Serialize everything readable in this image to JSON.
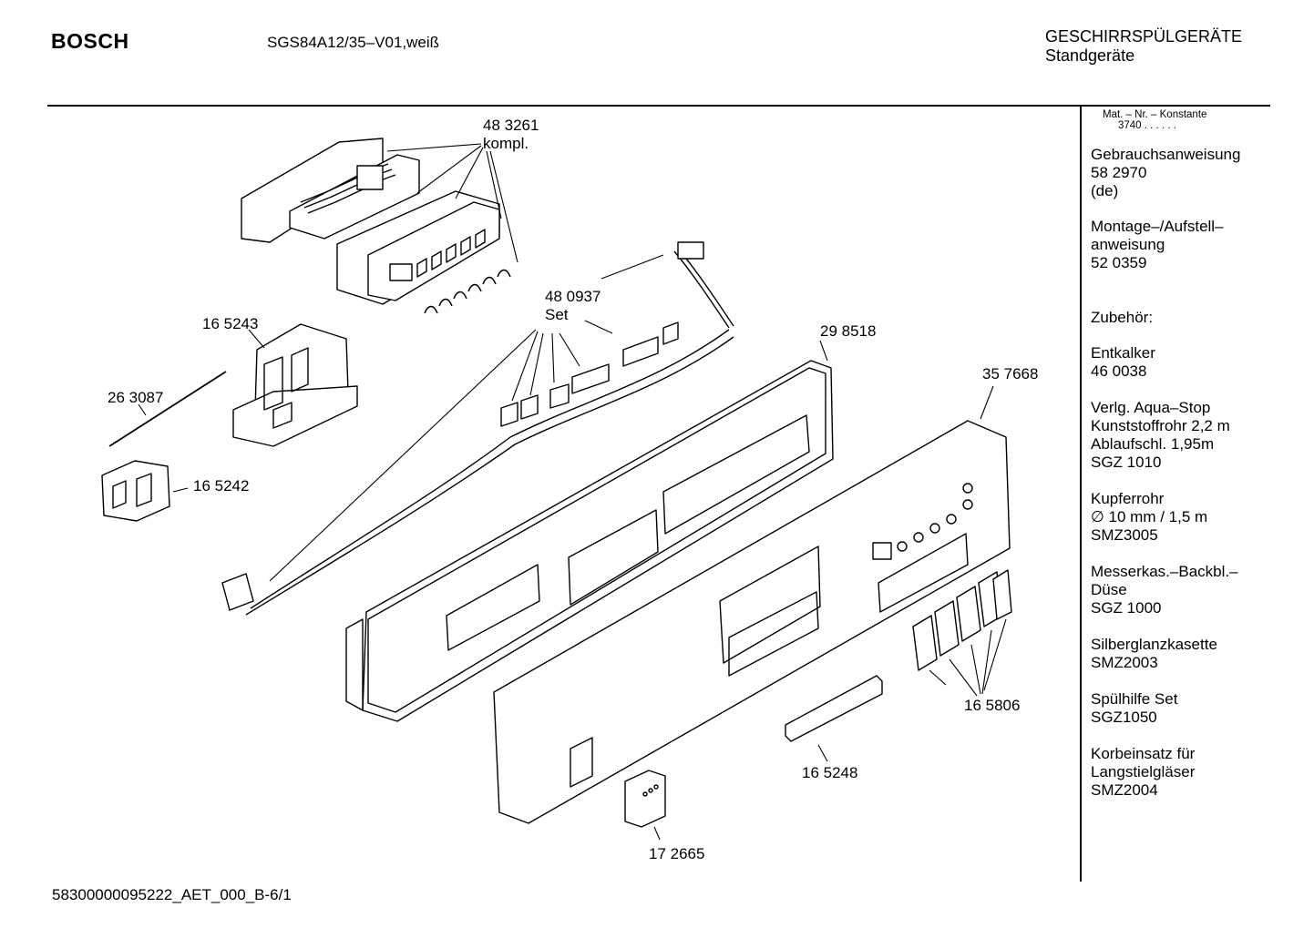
{
  "header": {
    "brand": "BOSCH",
    "model": "SGS84A12/35–V01,weiß",
    "category": "GESCHIRRSPÜLGERÄTE",
    "subcategory": "Standgeräte"
  },
  "diagram": {
    "labels": {
      "p483261": "48 3261",
      "p483261_note": "kompl.",
      "p480937": "48 0937",
      "p480937_note": "Set",
      "p165243": "16 5243",
      "p263087": "26 3087",
      "p165242": "16 5242",
      "p298518": "29 8518",
      "p357668": "35 7668",
      "p165806": "16 5806",
      "p165248": "16 5248",
      "p172665": "17 2665"
    }
  },
  "sidebar": {
    "material_title": "Mat. – Nr. – Konstante",
    "material_code": "3740 .  .  .  .  .  .",
    "entries": [
      [
        "Gebrauchsanweisung",
        "58 2970",
        "(de)"
      ],
      [
        "Montage–/Aufstell–",
        "anweisung",
        "52 0359"
      ],
      [
        "Zubehör:"
      ],
      [
        "Entkalker",
        "46 0038"
      ],
      [
        "Verlg. Aqua–Stop",
        "Kunststoffrohr 2,2 m",
        "Ablaufschl. 1,95m",
        "SGZ 1010"
      ],
      [
        "Kupferrohr",
        "∅ 10 mm / 1,5 m",
        "SMZ3005"
      ],
      [
        "Messerkas.–Backbl.–",
        "Düse",
        "SGZ 1000"
      ],
      [
        "Silberglanzkasette",
        "SMZ2003"
      ],
      [
        "Spülhilfe Set",
        "SGZ1050"
      ],
      [
        "Korbeinsatz für",
        "Langstielgläser",
        "SMZ2004"
      ]
    ]
  },
  "footer": {
    "doc_id": "58300000095222_AET_000_B-6/1"
  }
}
